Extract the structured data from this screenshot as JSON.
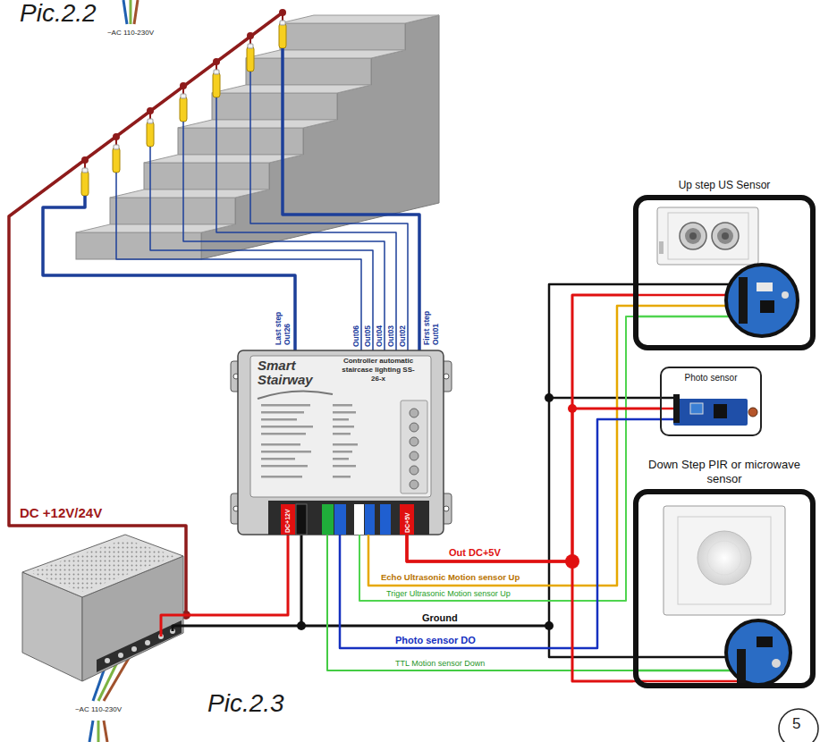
{
  "diagram": {
    "nodes": [
      {
        "text": [
          "Smart Stairway",
          "Controller automatic staircase lighting SS-26-x"
        ]
      },
      {
        "text": [
          "Up step US Sensor"
        ]
      },
      {
        "text": [
          "Photo sensor"
        ]
      },
      {
        "text": [
          "Down Step PIR or microwave sensor"
        ]
      }
    ],
    "edges": [
      {
        "from": 0,
        "to": 1,
        "label": "Out DC+5V",
        "arrow": "none"
      },
      {
        "from": 0,
        "to": 1,
        "label": "Echo Ultrasonic Motion sensor Up",
        "arrow": "none"
      },
      {
        "from": 0,
        "to": 1,
        "label": "Triger Ultrasonic Motion sensor Up",
        "arrow": "none"
      },
      {
        "from": 0,
        "to": 2,
        "label": "Photo sensor DO",
        "arrow": "none"
      },
      {
        "from": 0,
        "to": 3,
        "label": "TTL Motion sensor Down",
        "arrow": "none"
      },
      {
        "from": 0,
        "to": 2,
        "arrow": "none"
      },
      {
        "from": 0,
        "to": 3,
        "arrow": "none"
      }
    ],
    "labels": [
      "Pic.2.2",
      "~AC 110-230V",
      "Last step Out26",
      "Out06",
      "Out05",
      "Out04",
      "Out03",
      "Out02",
      "First step Out01",
      "DC+12V",
      "DC+5V",
      "DC +12V/24V",
      "Ground",
      "~AC 110-230V",
      "Pic.2.3",
      "5"
    ]
  }
}
